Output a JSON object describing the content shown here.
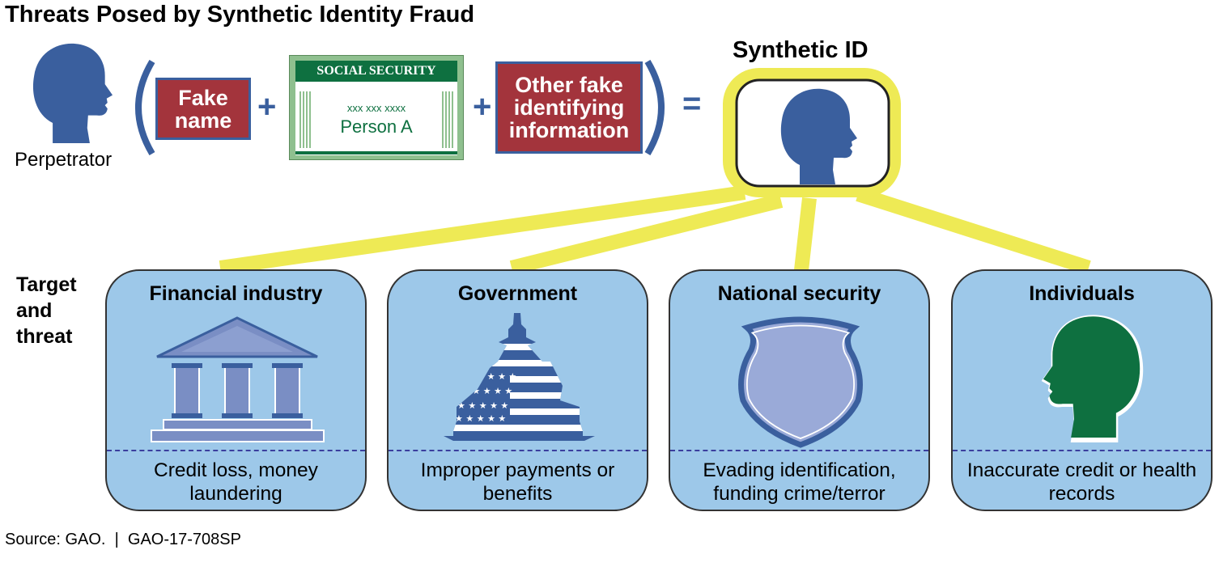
{
  "title": "Threats Posed by Synthetic Identity Fraud",
  "perpetrator_label": "Perpetrator",
  "fake_name": "Fake name",
  "plus": "+",
  "equals": "=",
  "ss_card": {
    "header": "SOCIAL SECURITY",
    "number": "xxx xxx xxxx",
    "name": "Person A"
  },
  "other_info": "Other fake identifying information",
  "synthetic_label": "Synthetic ID",
  "side_label": "Target and threat",
  "targets": [
    {
      "name": "Financial industry",
      "threat": "Credit loss, money laundering",
      "icon": "bank-icon"
    },
    {
      "name": "Government",
      "threat": "Improper payments or benefits",
      "icon": "capitol-flag-icon"
    },
    {
      "name": "National security",
      "threat": "Evading identification, funding crime/terror",
      "icon": "shield-icon"
    },
    {
      "name": "Individuals",
      "threat": "Inaccurate credit or health records",
      "icon": "head-icon"
    }
  ],
  "source": "Source: GAO.  |  GAO-17-708SP",
  "colors": {
    "blue": "#3A5F9E",
    "red": "#A3343C",
    "green": "#0E7040",
    "yellow": "#EEEA55",
    "card": "#9DC8E9"
  }
}
